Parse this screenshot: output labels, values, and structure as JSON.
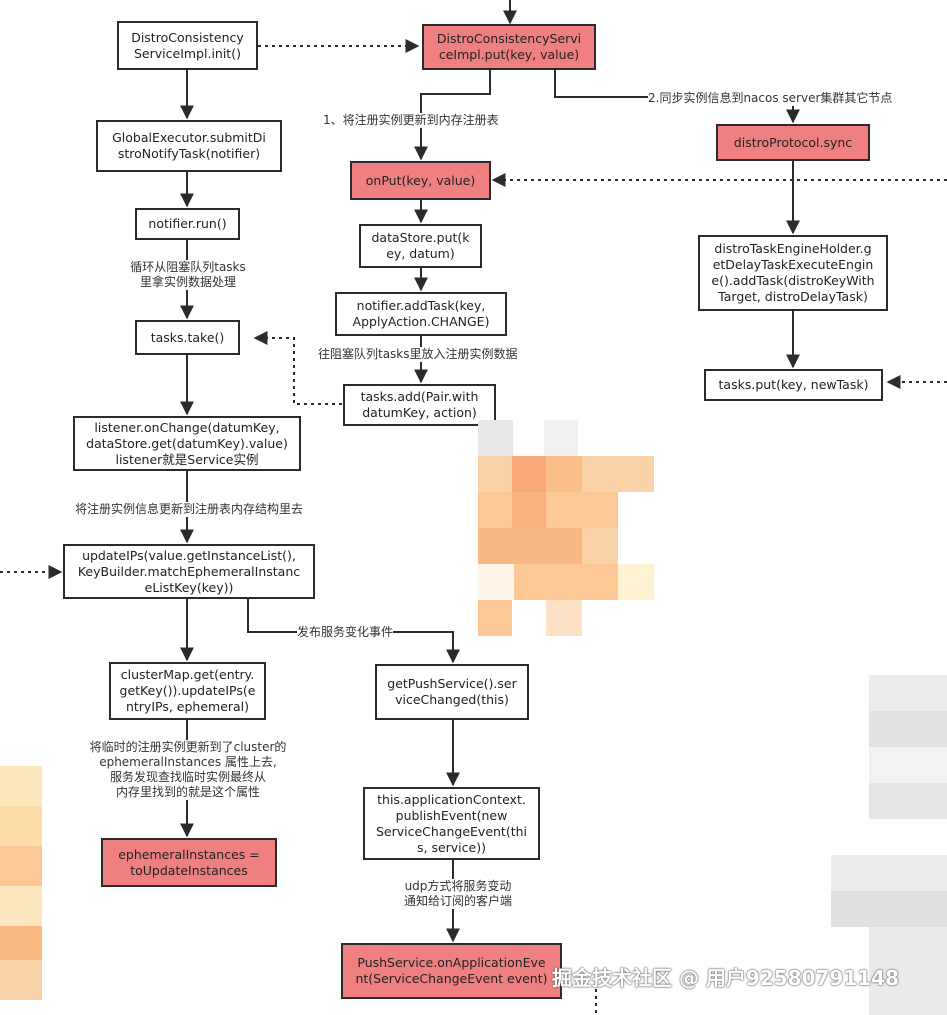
{
  "nodes": {
    "init": "DistroConsistency\nServiceImpl.init()",
    "put": "DistroConsistencyServi\nceImpl.put(key, value)",
    "submit": "GlobalExecutor.submitDi\nstroNotifyTask(notifier)",
    "run": "notifier.run()",
    "take": "tasks.take()",
    "onchange": "listener.onChange(datumKey,\ndataStore.get(datumKey).value)\nlistener就是Service实例",
    "updateips": "updateIPs(value.getInstanceList(),\nKeyBuilder.matchEphemeralInstanc\neListKey(key))",
    "clustermap": "clusterMap.get(entry.\ngetKey()).updateIPs(e\nntryIPs, ephemeral)",
    "ephemeral": "ephemeralInstances =\ntoUpdateInstances",
    "onput": "onPut(key, value)",
    "datastore": "dataStore.put(k\ney, datum)",
    "addtask": "notifier.addTask(key,\nApplyAction.CHANGE)",
    "tasksadd": "tasks.add(Pair.with\ndatumKey, action)",
    "pushservice": "getPushService().ser\nviceChanged(this)",
    "publish": "this.applicationContext.\npublishEvent(new\nServiceChangeEvent(thi\ns, service))",
    "onappevent": "PushService.onApplicationEve\nnt(ServiceChangeEvent event)",
    "sync": "distroProtocol.sync",
    "engine": "distroTaskEngineHolder.g\netDelayTaskExecuteEngin\ne().addTask(distroKeyWith\nTarget, distroDelayTask)",
    "tasksput": "tasks.put(key, newTask)"
  },
  "labels": {
    "loop": "循环从阻塞队列tasks\n里拿实例数据处理",
    "update_registry": "将注册实例信息更新到注册表内存结构里去",
    "temp_update": "将临时的注册实例更新到了cluster的\nephemeralInstances 属性上去,\n服务发现查找临时实例最终从\n内存里找到的就是这个属性",
    "update_mem": "1、将注册实例更新到内存注册表",
    "put_queue": "往阻塞队列tasks里放入注册实例数据",
    "publish_event": "发布服务变化事件",
    "udp": "udp方式将服务变动\n通知给订阅的客户端",
    "sync_cluster": "2.同步实例信息到nacos server集群其它节点"
  },
  "watermark": "掘金技术社区 @ 用户92580791148",
  "colors": {
    "highlight": "#f08080",
    "border": "#2b2b2b",
    "text": "#222222"
  }
}
